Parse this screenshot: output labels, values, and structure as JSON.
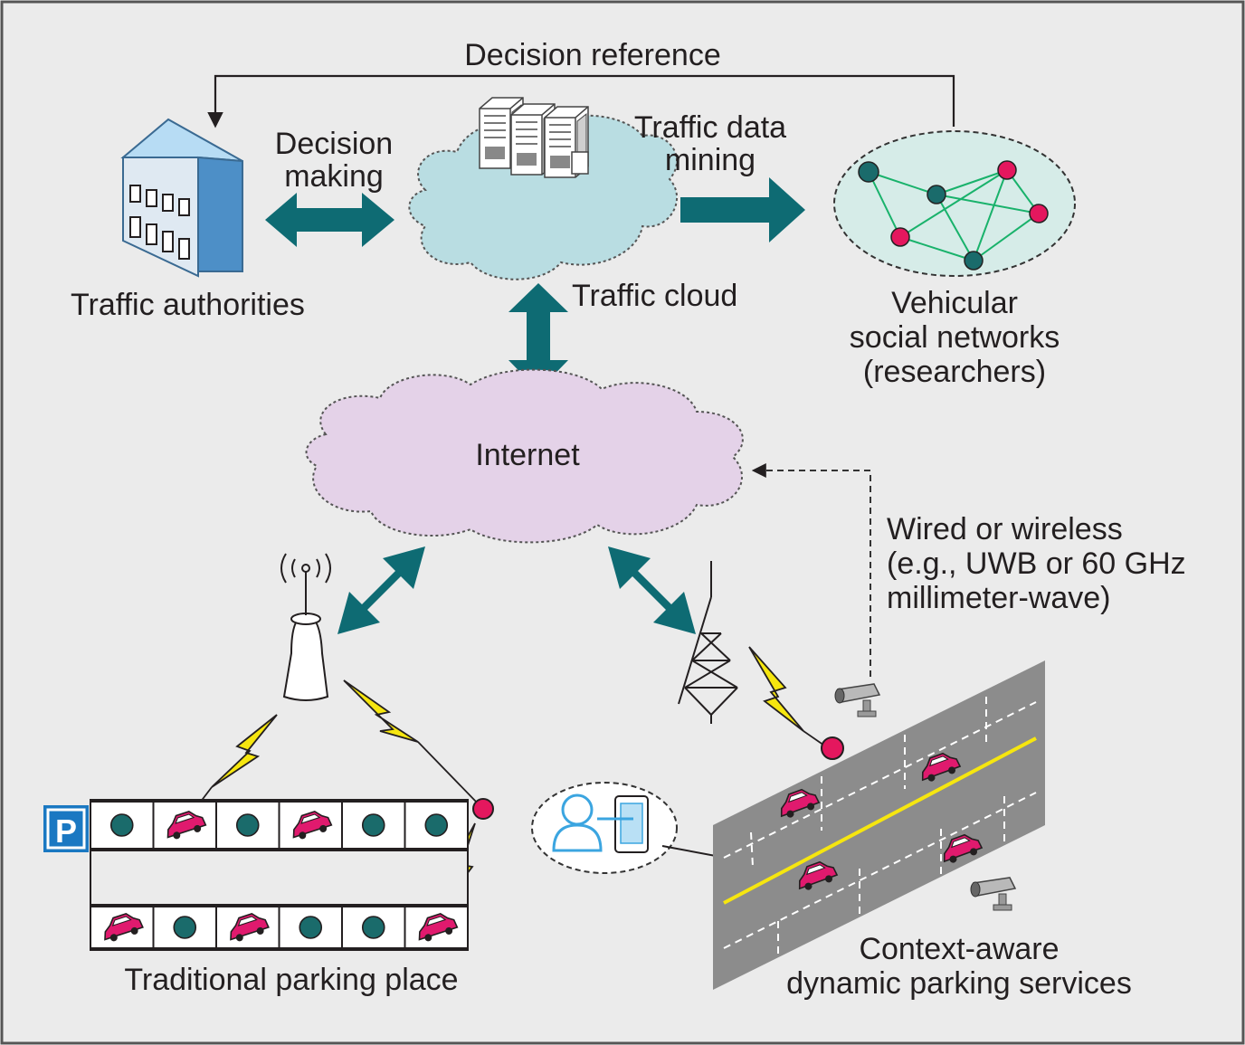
{
  "labels": {
    "decision_reference": "Decision reference",
    "decision_making_1": "Decision",
    "decision_making_2": "making",
    "traffic_data_mining_1": "Traffic data",
    "traffic_data_mining_2": "mining",
    "traffic_authorities": "Traffic authorities",
    "traffic_cloud": "Traffic cloud",
    "vsn_1": "Vehicular",
    "vsn_2": "social networks",
    "vsn_3": "(researchers)",
    "internet": "Internet",
    "wired_1": "Wired or wireless",
    "wired_2": "(e.g., UWB or 60 GHz",
    "wired_3": "millimeter-wave)",
    "parking_sign": "P",
    "traditional_parking": "Traditional parking place",
    "context_aware_1": "Context-aware",
    "context_aware_2": "dynamic parking services"
  },
  "colors": {
    "panel": "#ebebeb",
    "teal_arrow": "#0e6b73",
    "traffic_cloud": "#b9dde2",
    "internet_cloud": "#e4d2e8",
    "network_fill": "#d6ece8",
    "network_link": "#19b26b",
    "node_teal": "#1a6b6b",
    "node_magenta": "#e4175e",
    "car": "#e01a6e",
    "lightning": "#f6e60f",
    "road": "#8c8c8c",
    "parking_sign": "#1a78c2",
    "building": "#8fc7ef"
  },
  "parking": {
    "top_row": [
      "spot",
      "car",
      "spot",
      "car",
      "spot",
      "spot"
    ],
    "bottom_row": [
      "car",
      "spot",
      "car",
      "spot",
      "spot",
      "car"
    ]
  }
}
